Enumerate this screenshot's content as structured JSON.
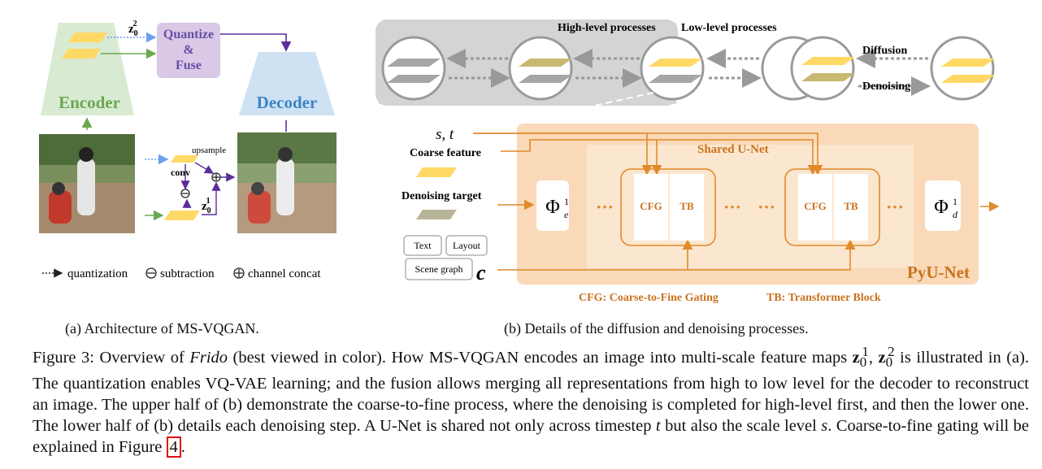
{
  "panel_a": {
    "quantize_fuse": [
      "Quantize",
      "&",
      "Fuse"
    ],
    "encoder": "Encoder",
    "decoder": "Decoder",
    "upsample": "upsample",
    "conv": "conv",
    "z0_2": "z",
    "z0_1": "z",
    "legend": {
      "quantization": "quantization",
      "subtraction": "subtraction",
      "channel_concat": "channel concat"
    },
    "caption": "(a) Architecture of MS-VQGAN."
  },
  "panel_b": {
    "high_level": "High-level processes",
    "low_level": "Low-level processes",
    "diffusion": "Diffusion",
    "denoising": "Denoising",
    "s_t": "s, t",
    "coarse_feature": "Coarse feature",
    "denoising_target": "Denoising target",
    "conditions": [
      "Text",
      "Layout",
      "Scene graph"
    ],
    "c_symbol": "c",
    "shared_unet": "Shared U-Net",
    "pyunet": "PyU-Net",
    "cfg": "CFG",
    "tb": "TB",
    "legend_cfg": "CFG: Coarse-to-Fine Gating",
    "legend_tb": "TB: Transformer Block",
    "caption": "(b) Details of the diffusion and denoising processes."
  },
  "caption": {
    "label": "Figure 3:",
    "text_1": "Overview of",
    "italic_name": "Frido",
    "text_2": "(best viewed in color). How MS-VQGAN encodes an image into multi-scale feature maps",
    "text_3": "is illustrated in (a). The quantization enables VQ-VAE learning; and the fusion allows merging all representations from high to low level for the decoder to reconstruct an image. The upper half of (b) demonstrate the coarse-to-fine process, where the denoising is completed for high-level first, and then the lower one. The lower half of (b) details each denoising step. A U-Net is shared not only across timestep",
    "text_4": "but also the scale level",
    "text_5": ". Coarse-to-fine gating will be explained in Figure",
    "ref": "4",
    "sym_t": "t",
    "sym_s": "s"
  },
  "colors": {
    "encoder_green": "#d9ead3",
    "decoder_blue": "#cfe2f3",
    "quantize_purple": "#d9c9e6",
    "unet_orange": "#f9d9b8",
    "arrow_orange": "#e08a2a",
    "feature_yellow": "#ffd966",
    "feature_gray": "#a6a6a6"
  }
}
